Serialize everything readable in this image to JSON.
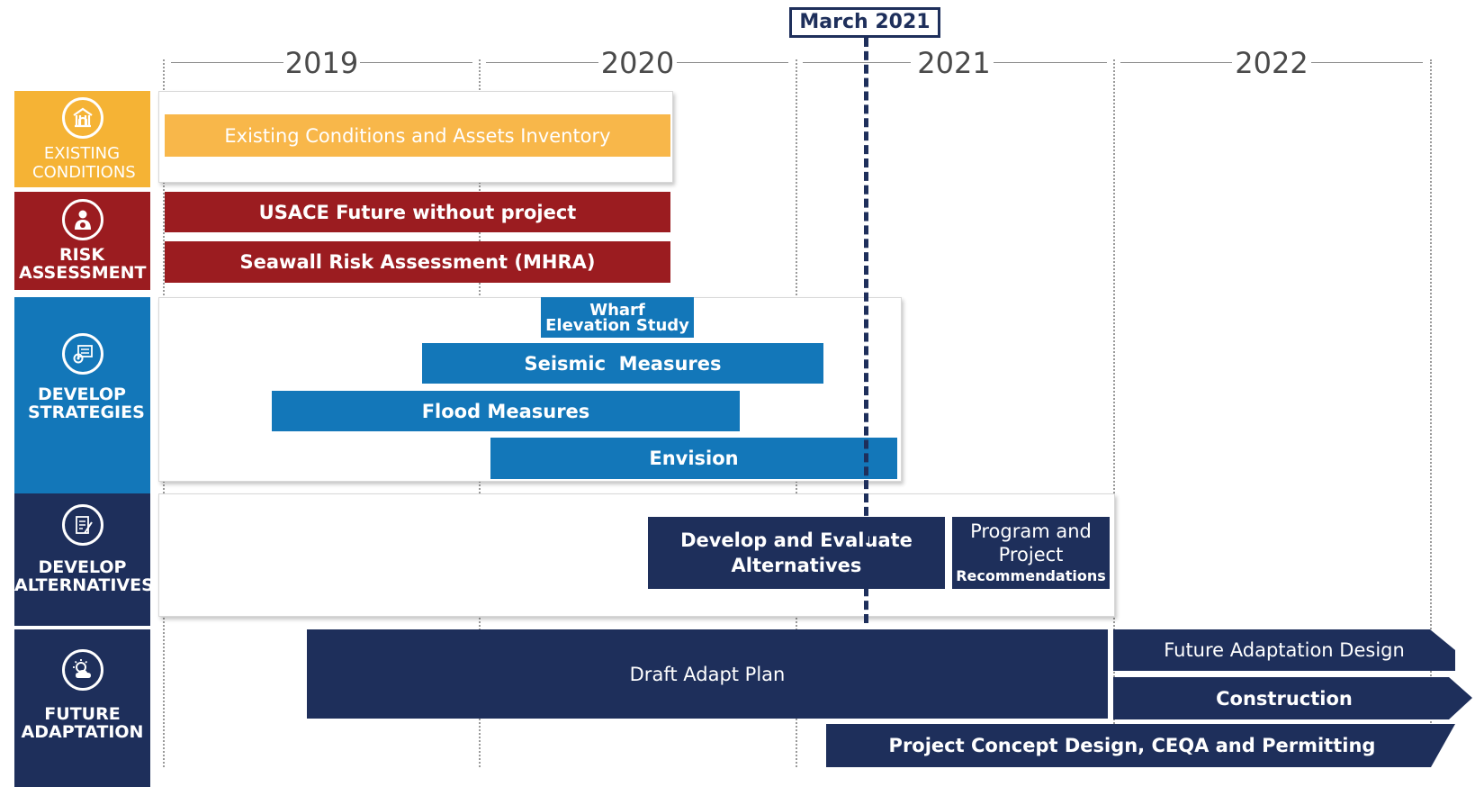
{
  "milestone": {
    "label": "March 2021"
  },
  "years": [
    "2019",
    "2020",
    "2021",
    "2022"
  ],
  "rows": {
    "existing": {
      "label": "EXISTING CONDITIONS"
    },
    "risk": {
      "label": "RISK ASSESSMENT"
    },
    "strategies": {
      "label": "DEVELOP STRATEGIES"
    },
    "alternatives": {
      "label": "DEVELOP ALTERNATIVES"
    },
    "adaptation": {
      "label": "FUTURE ADAPTATION"
    }
  },
  "bars": {
    "inventory": "Existing Conditions and Assets Inventory",
    "usace": "USACE Future without project",
    "seawall": "Seawall Risk Assessment (MHRA)",
    "wharf": "Wharf Elevation Study",
    "seismic": "Seismic  Measures",
    "flood": "Flood Measures",
    "envision": "Envision",
    "develop_eval": "Develop and Evaluate Alternatives",
    "program_line1": "Program and",
    "program_line2": "Project",
    "program_line3": "Recommendations",
    "draft_adapt": "Draft Adapt Plan",
    "future_design": "Future Adaptation Design",
    "construction": "Construction",
    "concept_design": "Project Concept Design, CEQA and Permitting"
  },
  "colors": {
    "existing": "#f8b74a",
    "risk": "#9b1c20",
    "strategies": "#1377b9",
    "navy": "#1e2f5b",
    "label_existing": "#f5b335",
    "label_risk": "#9b1c20",
    "label_strategies": "#1377b9"
  }
}
